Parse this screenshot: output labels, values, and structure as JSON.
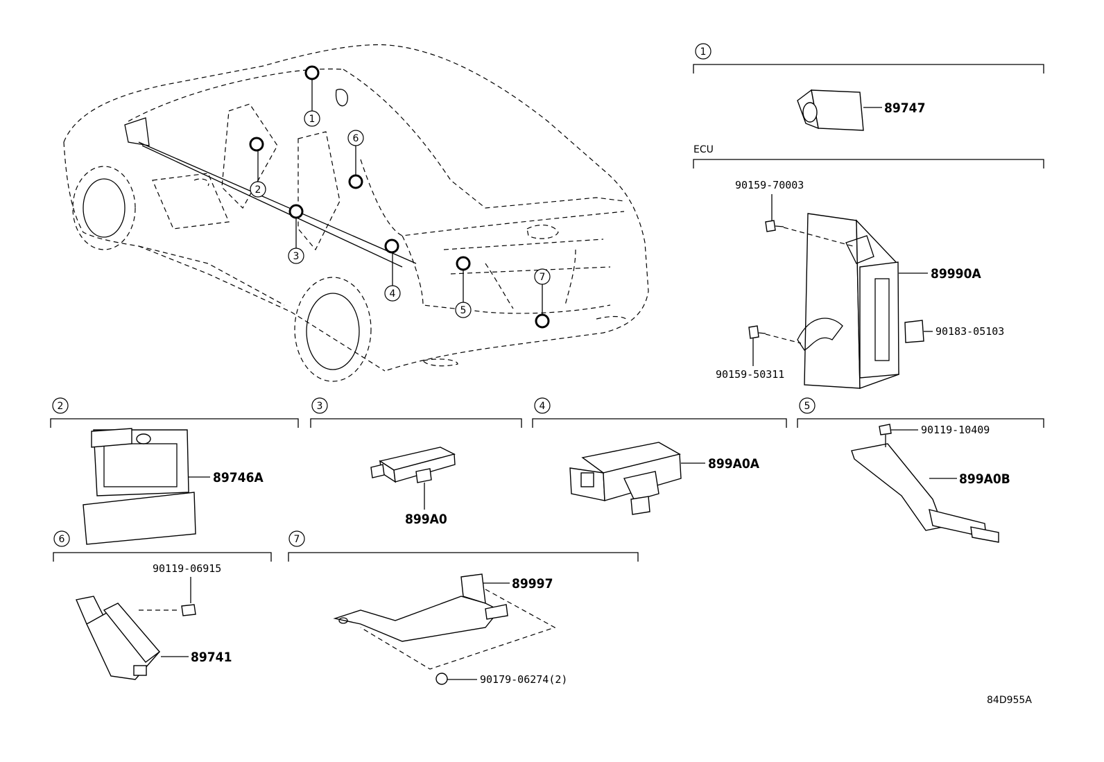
{
  "sections": {
    "s1": {
      "index": "1",
      "part": "89747"
    },
    "ecu": {
      "label": "ECU",
      "screw_top": "90159-70003",
      "module": "89990A",
      "clip": "90183-05103",
      "screw_bottom": "90159-50311"
    },
    "s2": {
      "index": "2",
      "part": "89746A"
    },
    "s3": {
      "index": "3",
      "part": "899A0"
    },
    "s4": {
      "index": "4",
      "part": "899A0A"
    },
    "s5": {
      "index": "5",
      "bolt": "90119-10409",
      "part": "899A0B"
    },
    "s6": {
      "index": "6",
      "bolt": "90119-06915",
      "part": "89741"
    },
    "s7": {
      "index": "7",
      "part": "89997",
      "nut": "90179-06274(2)"
    }
  },
  "car_callouts": [
    "1",
    "2",
    "3",
    "4",
    "5",
    "6",
    "7"
  ],
  "diagram_code": "84D955A"
}
